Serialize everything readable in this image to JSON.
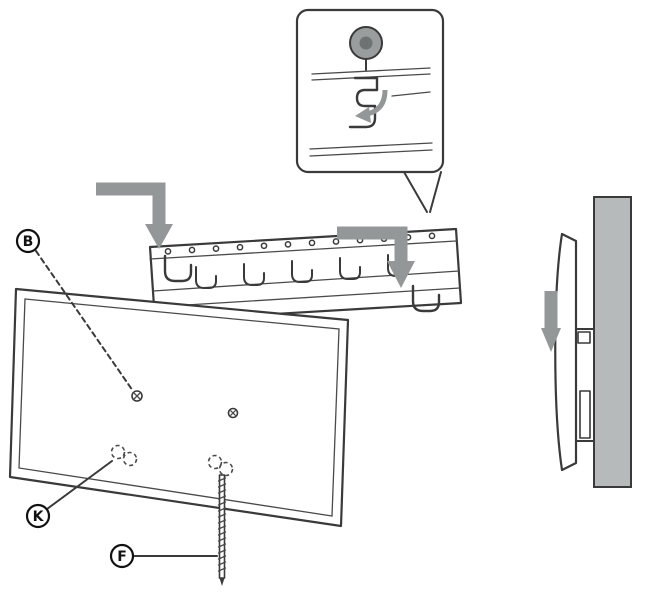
{
  "diagram": {
    "name": "tv-wall-mount-bracket-installation",
    "labels": {
      "b": "B",
      "k": "K",
      "f": "F"
    },
    "colors": {
      "outline": "#3a3a3a",
      "arrow": "#949798",
      "wall": "#b7babb",
      "screw_head": "#9a9d9e",
      "screw_head_dark": "#6f7273"
    },
    "parts": {
      "inset": "hook-engagement-detail",
      "bracket": "wall-mount-bracket",
      "tv": "tv-rear-panel",
      "screw": "mounting-screw",
      "side_view": "mounted-tv-side-view"
    }
  }
}
